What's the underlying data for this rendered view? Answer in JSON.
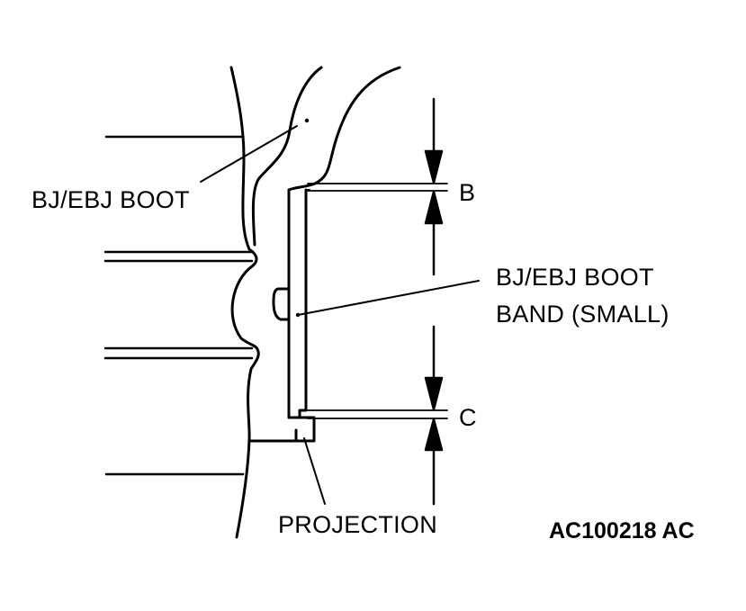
{
  "labels": {
    "boot": "BJ/EBJ BOOT",
    "band_line1": "BJ/EBJ BOOT",
    "band_line2": "BAND (SMALL)",
    "dim_b": "B",
    "dim_c": "C",
    "projection": "PROJECTION",
    "figure_code": "AC100218 AC"
  }
}
